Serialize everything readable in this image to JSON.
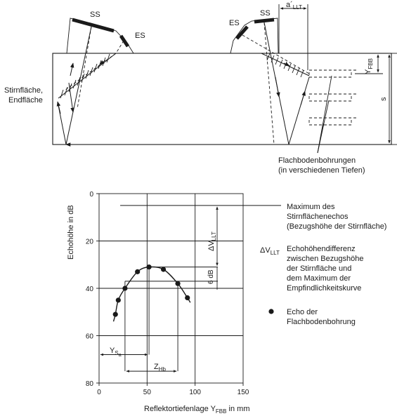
{
  "schematic": {
    "ss_left": "SS",
    "es_left": "ES",
    "ss_right": "SS",
    "es_right": "ES",
    "a_llt_main": "a´",
    "a_llt_sub": "LLT",
    "yfbb_main": "Y",
    "yfbb_sub": "FBB",
    "s_label": "s",
    "stirnflaeche_1": "Stirnfläche,",
    "stirnflaeche_2": "Endfläche",
    "flachboden_1": "Flachbodenbohrungen",
    "flachboden_2": "(in verschiedenen Tiefen)"
  },
  "chart_data": {
    "type": "scatter",
    "ylabel": "Echohöhe in dB",
    "xlabel_main": "Reflektortiefenlage Y",
    "xlabel_sub": "FBB",
    "xlabel_unit": " in mm",
    "x_ticks": [
      "0",
      "50",
      "100",
      "150"
    ],
    "y_ticks": [
      "0",
      "20",
      "40",
      "60",
      "80"
    ],
    "xlim": [
      0,
      150
    ],
    "ylim": [
      0,
      80
    ],
    "y_inverted": true,
    "grid": true,
    "reference_level_db": 5,
    "curve_max_db": 31,
    "points": [
      {
        "x": 17,
        "y": 51
      },
      {
        "x": 20,
        "y": 45
      },
      {
        "x": 27,
        "y": 40
      },
      {
        "x": 40,
        "y": 33
      },
      {
        "x": 52,
        "y": 31
      },
      {
        "x": 67,
        "y": 32
      },
      {
        "x": 82,
        "y": 38
      },
      {
        "x": 92,
        "y": 44
      }
    ],
    "annotations": {
      "delta_v_main": "ΔV",
      "delta_v_sub": "LLT",
      "six_db": "6 dB",
      "ys_main": "Y",
      "ys_sub": "S",
      "ys_subsub": "a",
      "zhb_main": "Z",
      "zhb_sub": "Hb"
    }
  },
  "legend": {
    "max_line_1": "Maximum des",
    "max_line_2": "Stirnflächenechos",
    "max_line_3": "(Bezugshöhe der Stirnfläche)",
    "dv_symbol_main": "ΔV",
    "dv_symbol_sub": "LLT",
    "dv_line_1": "Echohöhendifferenz",
    "dv_line_2": "zwischen Bezugshöhe",
    "dv_line_3": "der Stirnfläche und",
    "dv_line_4": "dem Maximum der",
    "dv_line_5": "Empfindlichkeitskurve",
    "echo_line_1": "Echo der",
    "echo_line_2": "Flachbodenbohrung"
  }
}
